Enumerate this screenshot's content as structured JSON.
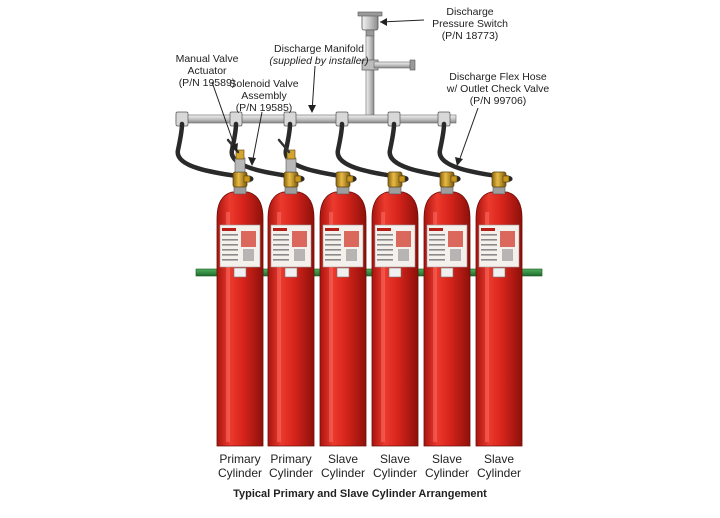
{
  "callouts": {
    "pressure_switch": {
      "line1": "Discharge",
      "line2": "Pressure Switch",
      "line3": "(P/N 18773)"
    },
    "manifold": {
      "line1": "Discharge Manifold",
      "line2": "(supplied by installer)"
    },
    "manual_valve": {
      "line1": "Manual Valve",
      "line2": "Actuator",
      "line3": "(P/N 19589)"
    },
    "solenoid_valve": {
      "line1": "Solenoid Valve",
      "line2": "Assembly",
      "line3": "(P/N 19585)"
    },
    "flex_hose": {
      "line1": "Discharge Flex Hose",
      "line2": "w/ Outlet Check Valve",
      "line3": "(P/N 99706)"
    }
  },
  "cylinders": [
    {
      "line1": "Primary",
      "line2": "Cylinder",
      "type": "primary"
    },
    {
      "line1": "Primary",
      "line2": "Cylinder",
      "type": "primary"
    },
    {
      "line1": "Slave",
      "line2": "Cylinder",
      "type": "slave"
    },
    {
      "line1": "Slave",
      "line2": "Cylinder",
      "type": "slave"
    },
    {
      "line1": "Slave",
      "line2": "Cylinder",
      "type": "slave"
    },
    {
      "line1": "Slave",
      "line2": "Cylinder",
      "type": "slave"
    }
  ],
  "caption": "Typical Primary and Slave Cylinder Arrangement",
  "colors": {
    "cylinder": "#d9251c",
    "bracket": "#2e8b3e",
    "pipe": "#c8c8c8",
    "hose": "#2a2a2a",
    "valve": "#c9961e"
  }
}
